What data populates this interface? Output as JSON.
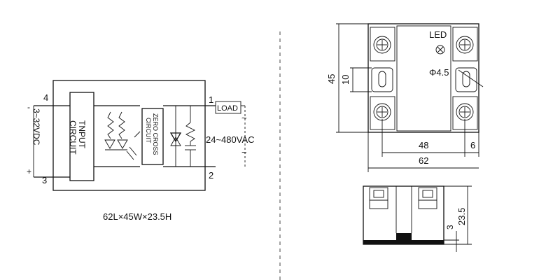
{
  "circuit": {
    "pin4": "4",
    "pin3": "3",
    "pin1": "1",
    "pin2": "2",
    "input_voltage": "3~32VDC",
    "minus_sign": "-",
    "plus_sign": "+",
    "input_block": "TNPUT\nCIRCUIT",
    "zero_cross": "ZERO CROSS\nCIRCUIT",
    "load": "LOAD",
    "output_voltage": "24~480VAC",
    "ac_top": "~",
    "ac_bottom": "~",
    "dimensions": "62L×45W×23.5H"
  },
  "top_view": {
    "led": "LED",
    "hole": "Φ4.5",
    "dim_45": "45",
    "dim_10": "10",
    "dim_48": "48",
    "dim_6": "6",
    "dim_62": "62"
  },
  "side_view": {
    "dim_3": "3",
    "dim_23_5": "23.5"
  }
}
